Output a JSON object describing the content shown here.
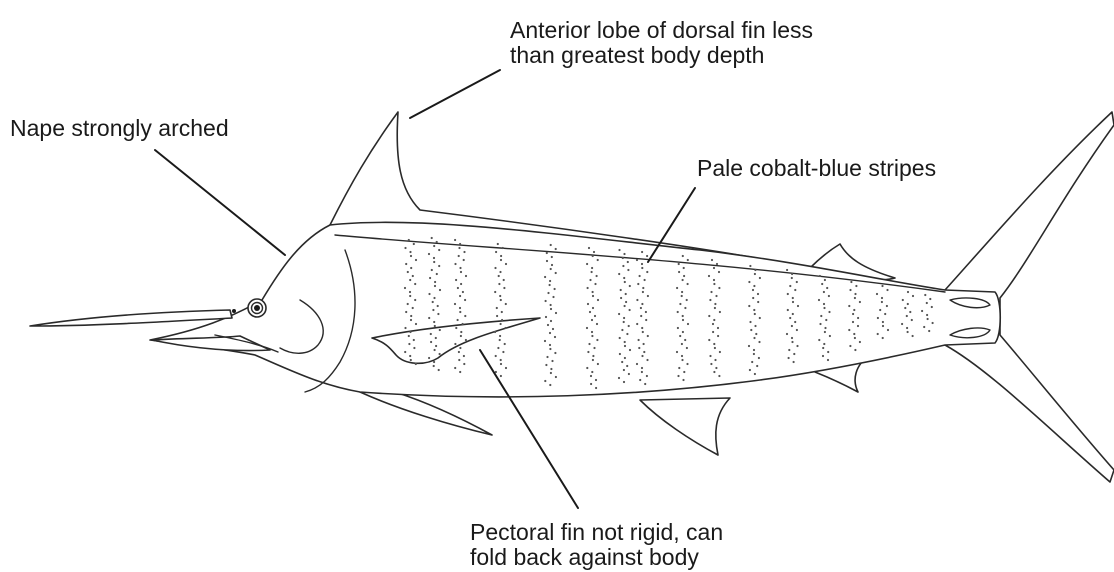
{
  "diagram": {
    "labels": {
      "dorsal_fin": {
        "line1": "Anterior lobe of dorsal fin less",
        "line2": "than greatest body depth"
      },
      "nape": "Nape strongly arched",
      "stripes": "Pale cobalt-blue stripes",
      "pectoral_fin": {
        "line1": "Pectoral fin not rigid, can",
        "line2": "fold back against body"
      }
    }
  }
}
